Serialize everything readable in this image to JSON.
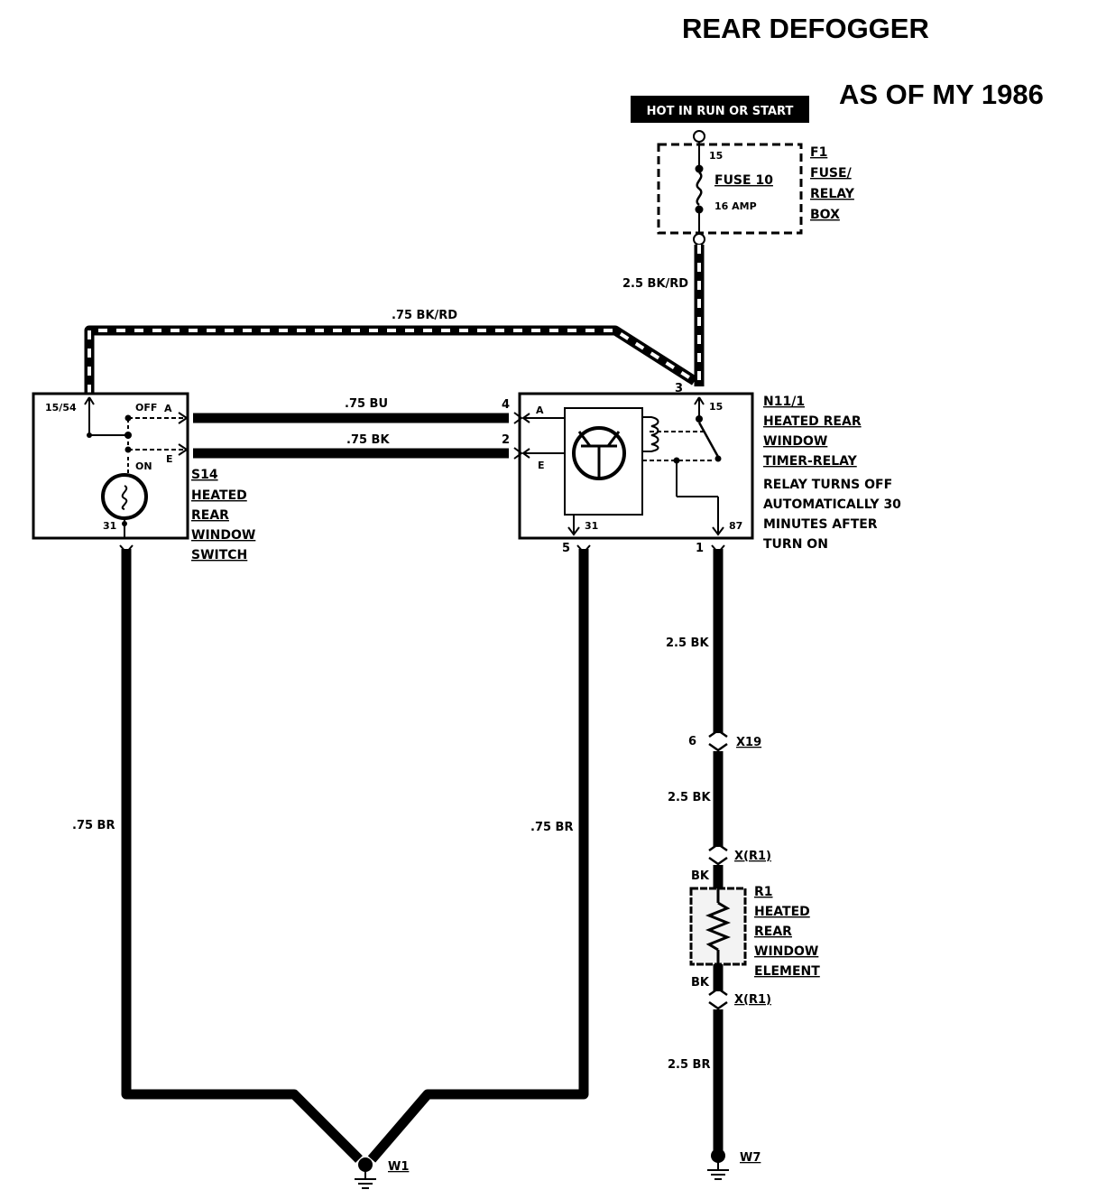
{
  "title": "REAR DEFOGGER",
  "subtitle": "AS OF MY 1986",
  "power_label": "HOT IN RUN OR START",
  "fuse_box": {
    "terminal_in": "15",
    "fuse_name": "FUSE 10",
    "fuse_rating": "16 AMP",
    "id": "F1",
    "name_lines": [
      "FUSE/",
      "RELAY",
      "BOX"
    ]
  },
  "wires": {
    "feed": "2.5 BK/RD",
    "switch_feed": ".75 BK/RD",
    "blue": ".75 BU",
    "black": ".75 BK",
    "output_upper": "2.5 BK",
    "output_mid": "2.5 BK",
    "element_ground": "2.5 BR",
    "switch_ground": ".75 BR",
    "relay_ground": ".75 BR"
  },
  "switch": {
    "id": "S14",
    "name_lines": [
      "HEATED",
      "REAR",
      "WINDOW",
      "SWITCH"
    ],
    "terminal_top": "15/54",
    "off_label": "OFF",
    "on_label": "ON",
    "pin_a": "A",
    "pin_e": "E",
    "terminal_bottom": "31"
  },
  "relay": {
    "id": "N11/1",
    "name_lines": [
      "HEATED REAR",
      "WINDOW",
      "TIMER-RELAY"
    ],
    "note_lines": [
      "RELAY TURNS OFF",
      "AUTOMATICALLY 30",
      "MINUTES AFTER",
      "TURN ON"
    ],
    "pin_a": "A",
    "pin_e": "E",
    "term_15": "15",
    "term_31": "31",
    "term_87": "87",
    "conn_3": "3",
    "conn_4": "4",
    "conn_2": "2",
    "conn_5": "5",
    "conn_1": "1"
  },
  "connector_x19": {
    "id": "X19",
    "pin": "6"
  },
  "element": {
    "conn_top": "X(R1)",
    "conn_bottom": "X(R1)",
    "wire_top": "BK",
    "wire_bottom": "BK",
    "id": "R1",
    "name_lines": [
      "HEATED",
      "REAR",
      "WINDOW",
      "ELEMENT"
    ]
  },
  "grounds": {
    "left": "W1",
    "right": "W7"
  }
}
